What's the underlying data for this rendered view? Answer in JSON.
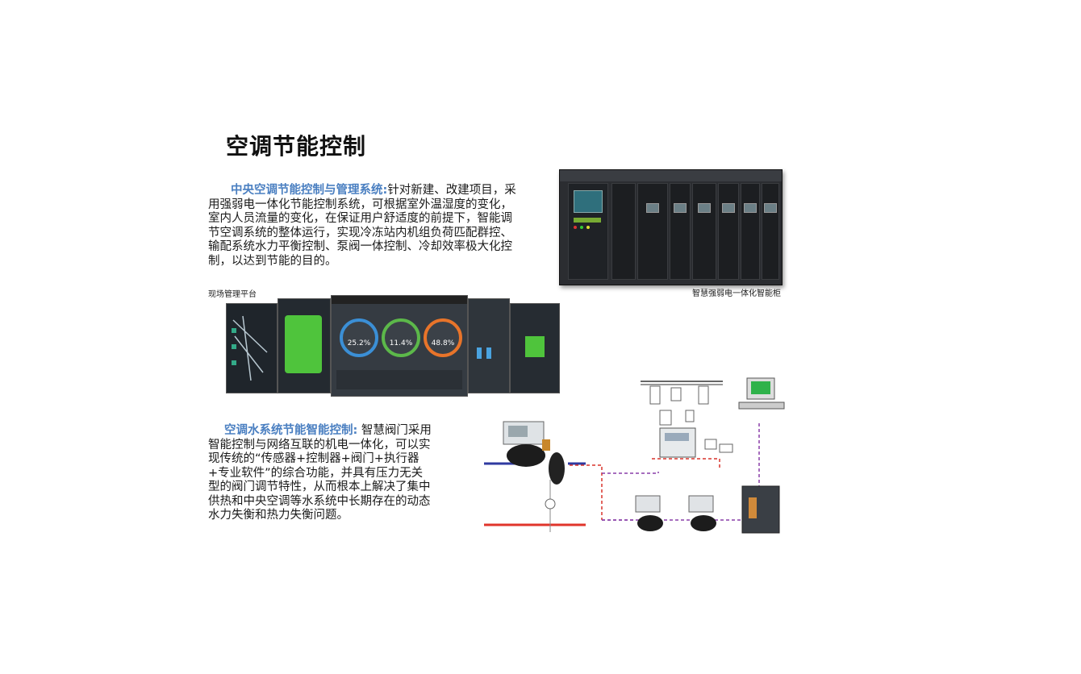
{
  "page": {
    "title": "空调节能控制",
    "section1": {
      "highlight": "中央空调节能控制与管理系统:",
      "body": "针对新建、改建项目，采用强弱电一体化节能控制系统，可根据室外温湿度的变化，室内人员流量的变化，在保证用户舒适度的前提下，智能调节空调系统的整体运行，实现冷冻站内机组负荷匹配群控、输配系统水力平衡控制、泵阀一体控制、冷却效率极大化控制，以达到节能的目的。"
    },
    "captions": {
      "platform": "现场管理平台",
      "cabinet": "智慧强弱电一体化智能柜"
    },
    "platform_gauges": [
      {
        "value": "25.2%",
        "color": "#3b8fd6"
      },
      {
        "value": "11.4%",
        "color": "#5cb84a"
      },
      {
        "value": "48.8%",
        "color": "#e8742a"
      }
    ],
    "section2": {
      "highlight": "空调水系统节能智能控制:",
      "body": "智慧阀门采用智能控制与网络互联的机电一体化，可以实现传统的“传感器+控制器+阀门+执行器+专业软件”的综合功能，并具有压力无关型的阀门调节特性，从而根本上解决了集中供热和中央空调等水系统中长期存在的动态水力失衡和热力失衡问题。"
    },
    "colors": {
      "accent": "#4a7fc1",
      "pipe_red": "#e0352b",
      "pipe_blue": "#2f3aa0",
      "link_purple": "#8a3fa8",
      "link_red": "#d9332b"
    }
  }
}
